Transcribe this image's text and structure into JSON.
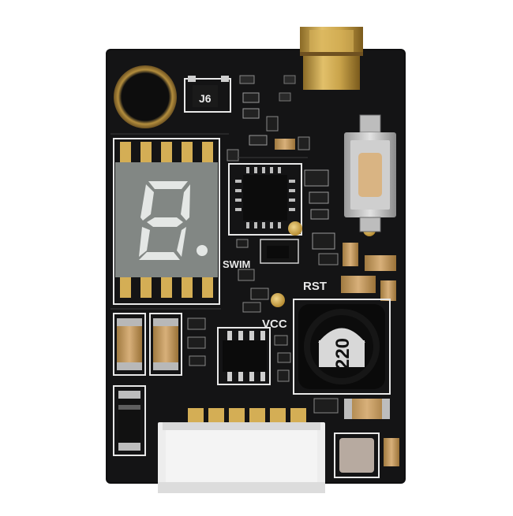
{
  "photo": {
    "subject": "vtx-pcb-board",
    "board_color": "#111111",
    "silkscreen_color": "#e8e8e8",
    "gold_color": "#c9a34a"
  },
  "labels": {
    "swim": "SWIM",
    "rst": "RST",
    "vcc": "VCC",
    "inductor": "220",
    "diode_marking": "J6"
  },
  "display": {
    "digit": "8",
    "decimal_point": "."
  }
}
